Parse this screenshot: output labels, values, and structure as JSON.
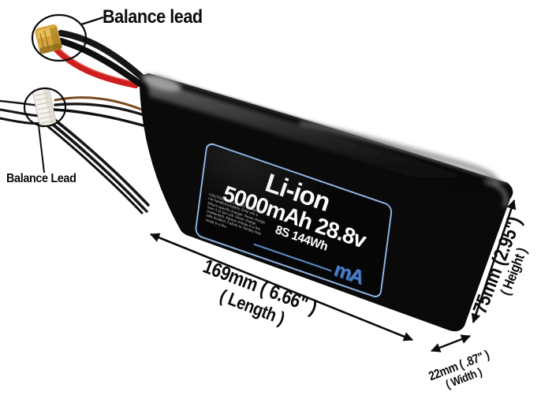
{
  "callouts": {
    "power_lead_label": "Balance lead",
    "balance_lead_label": "Balance Lead"
  },
  "battery_label": {
    "line1": "Li-ion",
    "line2": "5000mAh 28.8v",
    "line3": "8S 144Wh",
    "caution": "CAUTION: This product can ignite if not handled properly. Only use a lithium specific charger. Never charge over 4.2v per cell. Never charge unattended. Always charge in a fire safe location. Failure to comply may result in a fire.",
    "logo_text": "mA"
  },
  "dimensions": {
    "length_value": "169mm ( 6.66\" )",
    "length_label": "( Length )",
    "height_value": "75mm (2.95\")",
    "height_label": "( Height )",
    "width_value": "22mm ( .87\" )",
    "width_label": "( Width )"
  },
  "colors": {
    "battery_black": "#0a0a0a",
    "label_border": "#8cb6e4",
    "logo_blue": "#4b7fc9",
    "xt60_body": "#d5a53c",
    "red_wire": "#cd1d1d",
    "balance_connector": "#f4f2ec",
    "annotation_ink": "#0b0b0b"
  }
}
